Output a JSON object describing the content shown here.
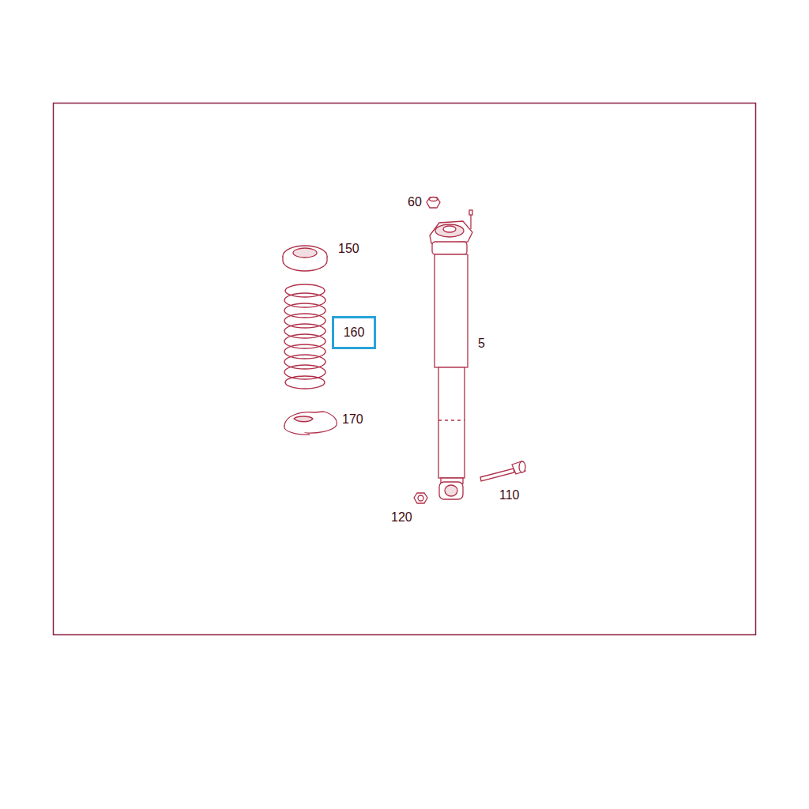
{
  "diagram": {
    "nodes": [
      {
        "text": [
          "160"
        ]
      }
    ],
    "labels": [
      "60",
      "150",
      "5",
      "170",
      "110",
      "120"
    ]
  }
}
